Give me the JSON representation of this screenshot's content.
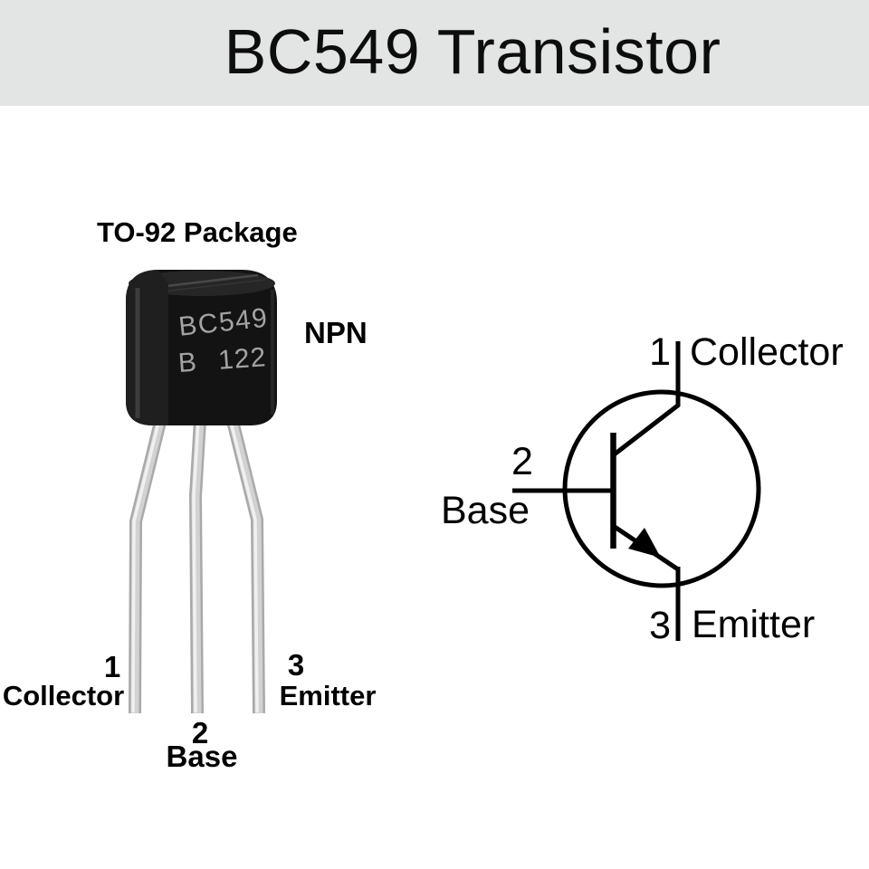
{
  "header": {
    "title": "BC549 Transistor",
    "bg_color": "#e3e4e4",
    "text_color": "#0d0d0d"
  },
  "photo": {
    "package_label": "TO-92 Package",
    "transistor_type": "NPN",
    "body_marking_line1": "BC549",
    "body_marking_line2": "B 122",
    "marking_color": "#a3a3a3",
    "body_color": "#141414",
    "lead_color": "#c9c9c9",
    "pins": [
      {
        "number": "1",
        "name": "Collector"
      },
      {
        "number": "2",
        "name": "Base"
      },
      {
        "number": "3",
        "name": "Emitter"
      }
    ]
  },
  "schematic": {
    "type": "npn-transistor-symbol",
    "stroke_color": "#000000",
    "pins": [
      {
        "number": "1",
        "name": "Collector"
      },
      {
        "number": "2",
        "name": "Base"
      },
      {
        "number": "3",
        "name": "Emitter"
      }
    ]
  }
}
